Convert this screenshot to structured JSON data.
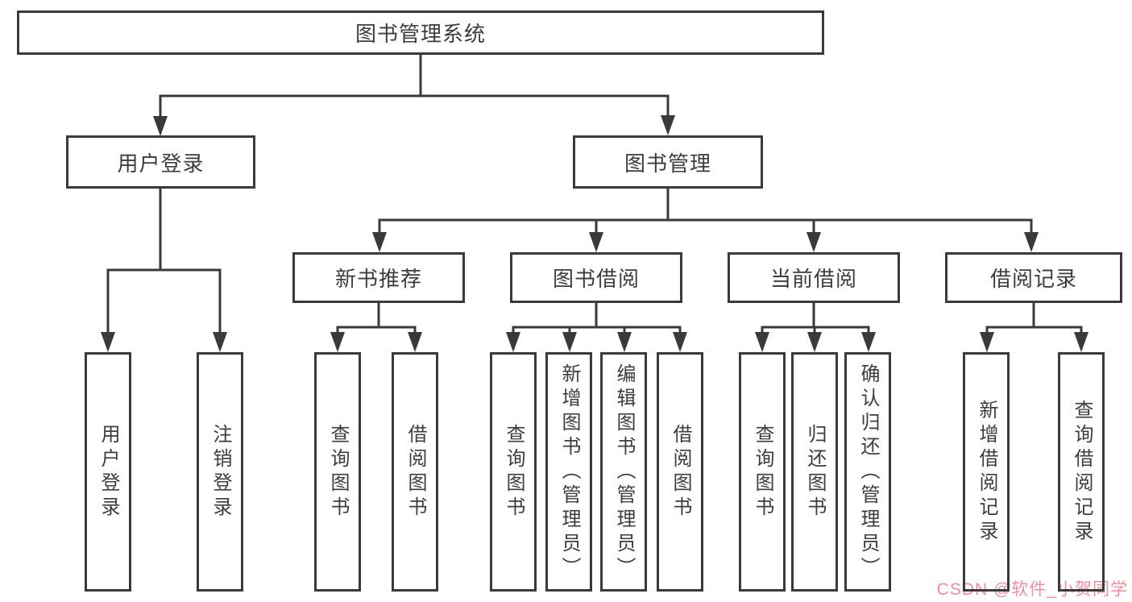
{
  "diagram": {
    "root": {
      "label": "图书管理系统"
    },
    "branches": [
      {
        "label": "用户登录",
        "children": [
          {
            "label": "用户登录"
          },
          {
            "label": "注销登录"
          }
        ]
      },
      {
        "label": "图书管理",
        "children": [
          {
            "label": "新书推荐",
            "children": [
              {
                "label": "查询图书"
              },
              {
                "label": "借阅图书"
              }
            ]
          },
          {
            "label": "图书借阅",
            "children": [
              {
                "label": "查询图书"
              },
              {
                "label": "新增图书（管理员）"
              },
              {
                "label": "编辑图书（管理员）"
              },
              {
                "label": "借阅图书"
              }
            ]
          },
          {
            "label": "当前借阅",
            "children": [
              {
                "label": "查询图书"
              },
              {
                "label": "归还图书"
              },
              {
                "label": "确认归还（管理员）"
              }
            ]
          },
          {
            "label": "借阅记录",
            "children": [
              {
                "label": "新增借阅记录"
              },
              {
                "label": "查询借阅记录"
              }
            ]
          }
        ]
      }
    ],
    "watermark": {
      "label": "CSDN @软件_小贺同学",
      "color": "#f18e9e"
    },
    "colors": {
      "line": "#3a3a3a",
      "text": "#3d3d3d",
      "background": "#ffffff"
    }
  }
}
